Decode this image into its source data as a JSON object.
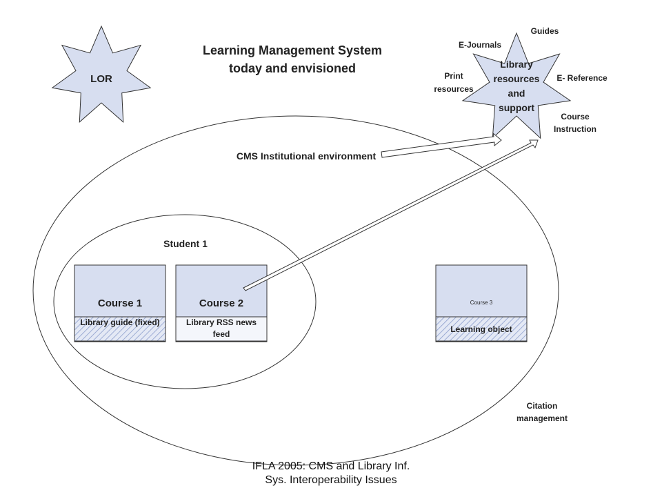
{
  "title": {
    "line1": "Learning Management System",
    "line2": "today and envisioned"
  },
  "lor": {
    "label": "LOR"
  },
  "library_star": {
    "line1": "Library",
    "line2": "resources",
    "line3": "and",
    "line4": "support"
  },
  "satellites": {
    "guides": "Guides",
    "ejournals": "E-Journals",
    "print_line1": "Print",
    "print_line2": "resources",
    "ereference": "E- Reference",
    "course_instruction_line1": "Course",
    "course_instruction_line2": "Instruction"
  },
  "cms_label": "CMS Institutional environment",
  "student_label": "Student 1",
  "courses": [
    {
      "name": "Course 1",
      "strip_line1": "Library guide (fixed)",
      "strip_line2": ""
    },
    {
      "name": "Course 2",
      "strip_line1": "Library RSS news",
      "strip_line2": "feed"
    },
    {
      "name": "Course 3",
      "strip_line1": "Learning object",
      "strip_line2": ""
    }
  ],
  "citation": {
    "line1": "Citation",
    "line2": "management"
  },
  "footer": {
    "line1": "IFLA 2005: CMS and Library Inf.",
    "line2": "Sys. Interoperability Issues"
  },
  "colors": {
    "box_fill": "#d7def0",
    "star_fill": "#d7def0",
    "stroke": "#333333",
    "hatch": "#8a9ccc"
  }
}
